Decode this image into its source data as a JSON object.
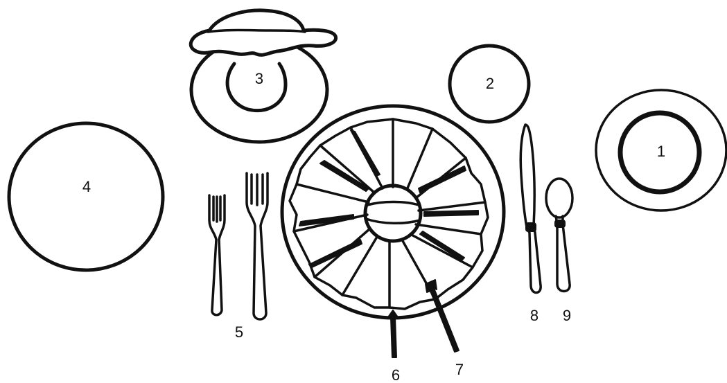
{
  "diagram": {
    "labels": {
      "item_1": "1",
      "item_2": "2",
      "item_3": "3",
      "item_4": "4",
      "item_5": "5",
      "item_6": "6",
      "item_7": "7",
      "item_8": "8",
      "item_9": "9"
    }
  }
}
